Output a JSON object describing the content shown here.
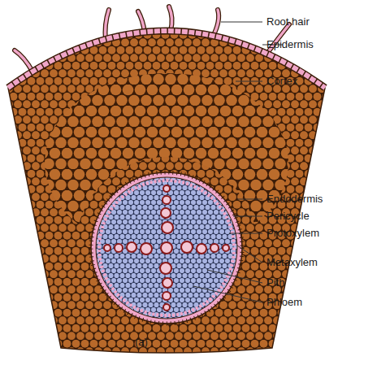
{
  "diagram": {
    "labels": [
      "Root hair",
      "Epidermis",
      "Cortex",
      "Endodermis",
      "Pericycle",
      "Protoxylem",
      "Metaxylem",
      "Pith",
      "Phloem",
      "(a)"
    ]
  }
}
